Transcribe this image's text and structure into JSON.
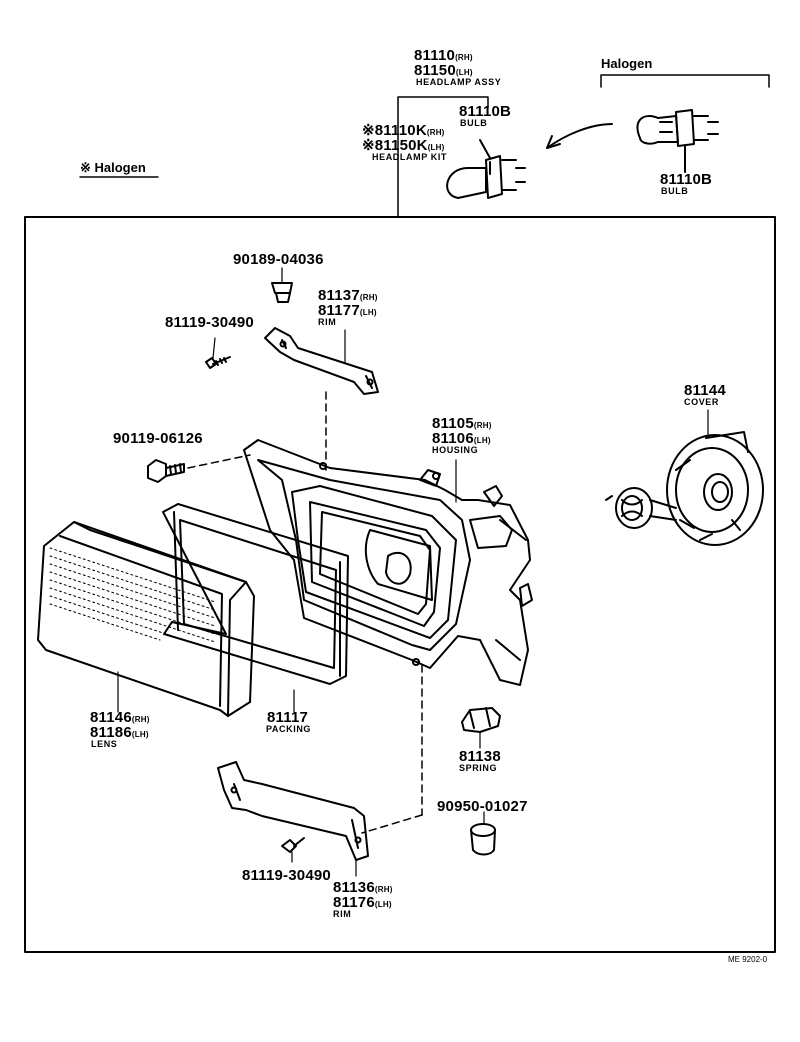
{
  "top_labels": {
    "assy_rh": "81110",
    "assy_rh_suffix": "(RH)",
    "assy_lh": "81150",
    "assy_lh_suffix": "(LH)",
    "assy_name": "HEADLAMP ASSY",
    "kit_rh": "※81110K",
    "kit_rh_suffix": "(RH)",
    "kit_lh": "※81150K",
    "kit_lh_suffix": "(LH)",
    "kit_name": "HEADLAMP KIT",
    "bulb1_num": "81110B",
    "bulb1_name": "BULB",
    "bulb2_num": "81110B",
    "bulb2_name": "BULB",
    "halogen_top": "Halogen",
    "halogen_note": "※ Halogen"
  },
  "parts": {
    "p90189": "90189-04036",
    "rim_rh": "81137",
    "rim_rh_suffix": "(RH)",
    "rim_lh": "81177",
    "rim_lh_suffix": "(LH)",
    "rim_name": "RIM",
    "screw_top": "81119-30490",
    "bolt": "90119-06126",
    "housing_rh": "81105",
    "housing_rh_suffix": "(RH)",
    "housing_lh": "81106",
    "housing_lh_suffix": "(LH)",
    "housing_name": "HOUSING",
    "cover_num": "81144",
    "cover_name": "COVER",
    "lens_rh": "81146",
    "lens_rh_suffix": "(RH)",
    "lens_lh": "81186",
    "lens_lh_suffix": "(LH)",
    "lens_name": "LENS",
    "packing_num": "81117",
    "packing_name": "PACKING",
    "spring_num": "81138",
    "spring_name": "SPRING",
    "grommet": "90950-01027",
    "screw_bottom": "81119-30490",
    "rim2_rh": "81136",
    "rim2_rh_suffix": "(RH)",
    "rim2_lh": "81176",
    "rim2_lh_suffix": "(LH)",
    "rim2_name": "RIM"
  },
  "footer": {
    "code": "ME 9202-0"
  }
}
